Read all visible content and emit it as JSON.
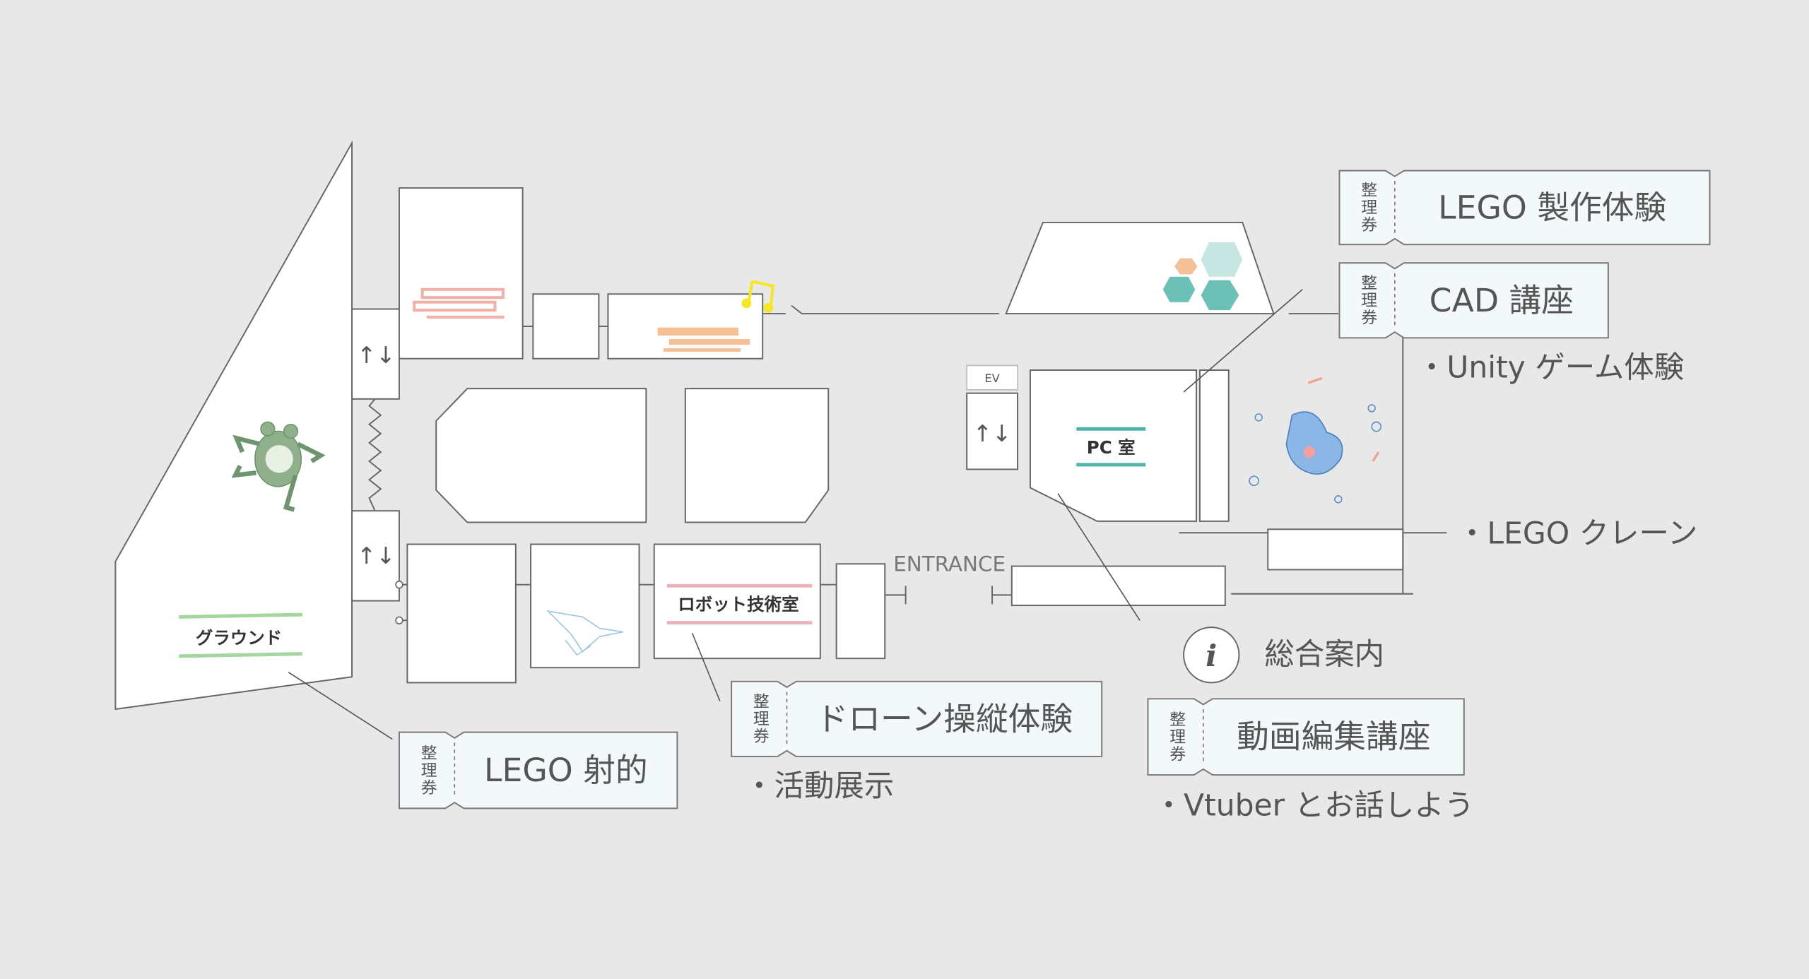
{
  "rooms": {
    "ground": "グラウンド",
    "robot": "ロボット技術室",
    "pc": "PC 室",
    "ev": "EV",
    "entrance": "ENTRANCE",
    "stairs_symbol": "↑↓"
  },
  "info": {
    "label": "総合案内",
    "icon": "i"
  },
  "ticket_stub": "整理券",
  "tickets": [
    {
      "id": "lego-shooting",
      "label": "LEGO 射的"
    },
    {
      "id": "drone",
      "label": "ドローン操縦体験"
    },
    {
      "id": "video-editing",
      "label": "動画編集講座"
    },
    {
      "id": "lego-making",
      "label": "LEGO 製作体験"
    },
    {
      "id": "cad",
      "label": "CAD 講座"
    }
  ],
  "bullets": [
    {
      "id": "activity-display",
      "label": "・活動展示"
    },
    {
      "id": "vtuber",
      "label": "・Vtuber とお話しよう"
    },
    {
      "id": "unity",
      "label": "・Unity ゲーム体験"
    },
    {
      "id": "lego-crane",
      "label": "・LEGO クレーン"
    }
  ],
  "colors": {
    "background": "#e8e8e8",
    "teal": "#4fb3a9",
    "green": "#a5d6a0",
    "pink": "#e8b4b8",
    "orange": "#f6c097",
    "yellow": "#f5e62a"
  }
}
